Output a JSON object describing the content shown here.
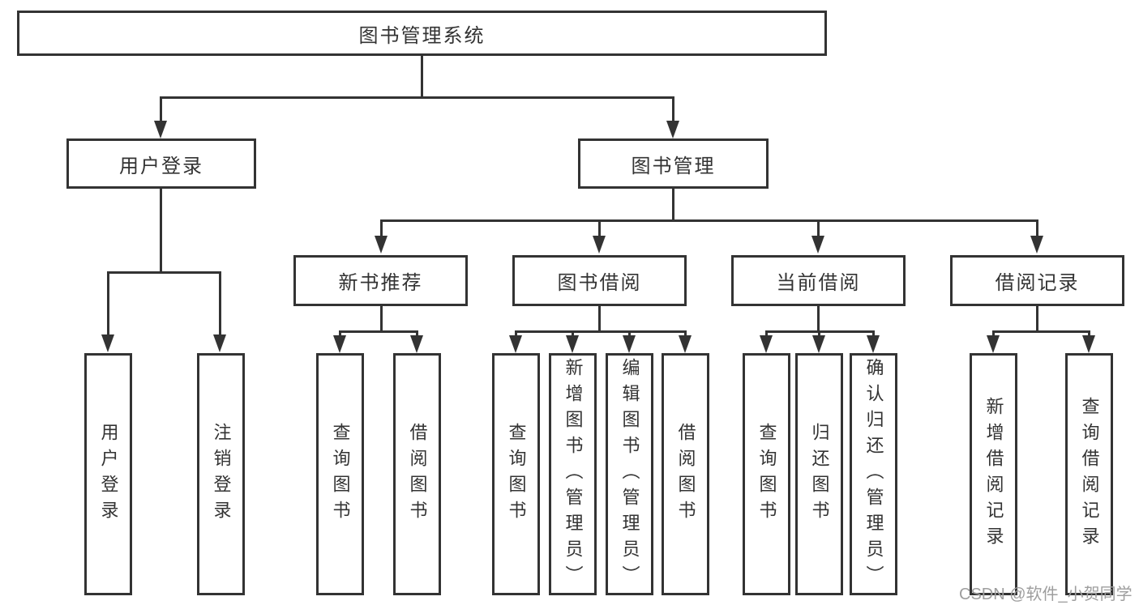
{
  "colors": {
    "line": "#333333",
    "text": "#333333",
    "watermark": "#9e9e9e",
    "background": "#ffffff"
  },
  "tree": {
    "root": {
      "label": "图书管理系统"
    },
    "branches": [
      {
        "label": "用户登录",
        "children": [
          "用户登录",
          "注销登录"
        ]
      },
      {
        "label": "图书管理",
        "sections": [
          {
            "label": "新书推荐",
            "children": [
              "查询图书",
              "借阅图书"
            ]
          },
          {
            "label": "图书借阅",
            "children": [
              "查询图书",
              "新增图书（管理员）",
              "编辑图书（管理员）",
              "借阅图书"
            ]
          },
          {
            "label": "当前借阅",
            "children": [
              "查询图书",
              "归还图书",
              "确认归还（管理员）"
            ]
          },
          {
            "label": "借阅记录",
            "children": [
              "新增借阅记录",
              "查询借阅记录"
            ]
          }
        ]
      }
    ]
  },
  "watermark": {
    "text": "CSDN @软件_小贺同学"
  }
}
